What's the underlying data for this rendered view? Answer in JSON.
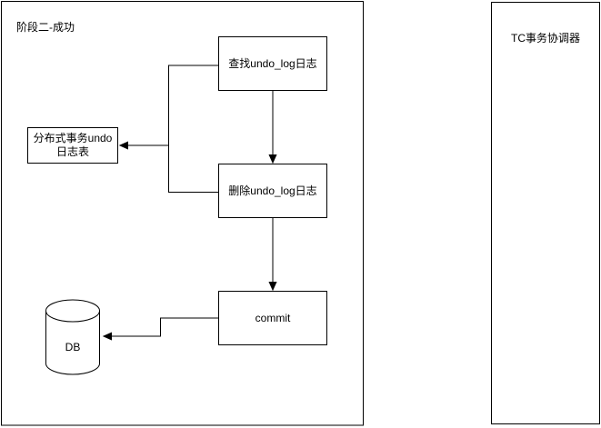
{
  "diagram": {
    "phase_container": {
      "label": "阶段二-成功"
    },
    "tc_coordinator": {
      "label": "TC事务协调器"
    },
    "nodes": {
      "find_undo_log": {
        "label": "查找undo_log日志"
      },
      "undo_log_table": {
        "label_line1": "分布式事务undo",
        "label_line2": "日志表"
      },
      "delete_undo_log": {
        "label": "删除undo_log日志"
      },
      "commit": {
        "label": "commit"
      },
      "db": {
        "label": "DB"
      }
    },
    "colors": {
      "stroke": "#000000",
      "background": "#ffffff",
      "text": "#000000"
    }
  }
}
